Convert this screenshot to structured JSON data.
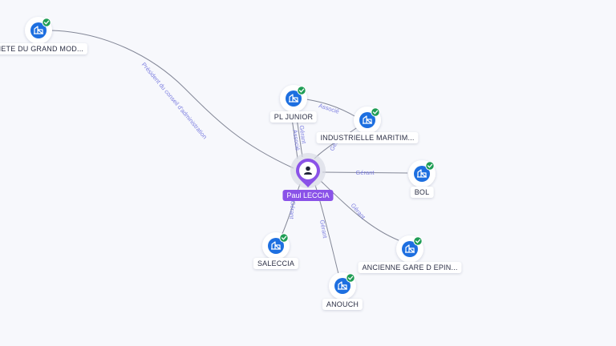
{
  "colors": {
    "background": "#f7f8fc",
    "edge": "#6f7385",
    "edge_label": "#7d7fe0",
    "company_icon": "#1d6fe0",
    "verified_badge": "#1f9d55",
    "person_pin": "#8a52e8"
  },
  "center": {
    "name": "Paul LECCIA",
    "icon": "person-icon"
  },
  "nodes": [
    {
      "id": "grand-mod",
      "label": "CIETE DU GRAND MOD...",
      "icon": "company-icon",
      "verified": true
    },
    {
      "id": "pl-junior",
      "label": "PL JUNIOR",
      "icon": "company-icon",
      "verified": true
    },
    {
      "id": "industrielle",
      "label": "INDUSTRIELLE MARITIM...",
      "icon": "company-icon",
      "verified": true
    },
    {
      "id": "bol",
      "label": "BOL",
      "icon": "company-icon",
      "verified": true
    },
    {
      "id": "saleccia",
      "label": "SALECCIA",
      "icon": "company-icon",
      "verified": true
    },
    {
      "id": "anouch",
      "label": "ANOUCH",
      "icon": "company-icon",
      "verified": true
    },
    {
      "id": "ancienne-gare",
      "label": "ANCIENNE GARE D EPIN...",
      "icon": "company-icon",
      "verified": true
    }
  ],
  "edges": [
    {
      "from": "center",
      "to": "grand-mod",
      "label": "Président du conseil d'administration"
    },
    {
      "from": "center",
      "to": "pl-junior",
      "label": "Gérant"
    },
    {
      "from": "center",
      "to": "pl-junior",
      "label": "Associé"
    },
    {
      "from": "center",
      "to": "industrielle",
      "label": "Gérant"
    },
    {
      "from": "industrielle",
      "to": "pl-junior",
      "label": "Associé"
    },
    {
      "from": "center",
      "to": "bol",
      "label": "Gérant"
    },
    {
      "from": "center",
      "to": "saleccia",
      "label": "Gérant"
    },
    {
      "from": "center",
      "to": "anouch",
      "label": "Gérant"
    },
    {
      "from": "center",
      "to": "ancienne-gare",
      "label": "Gérant"
    }
  ]
}
